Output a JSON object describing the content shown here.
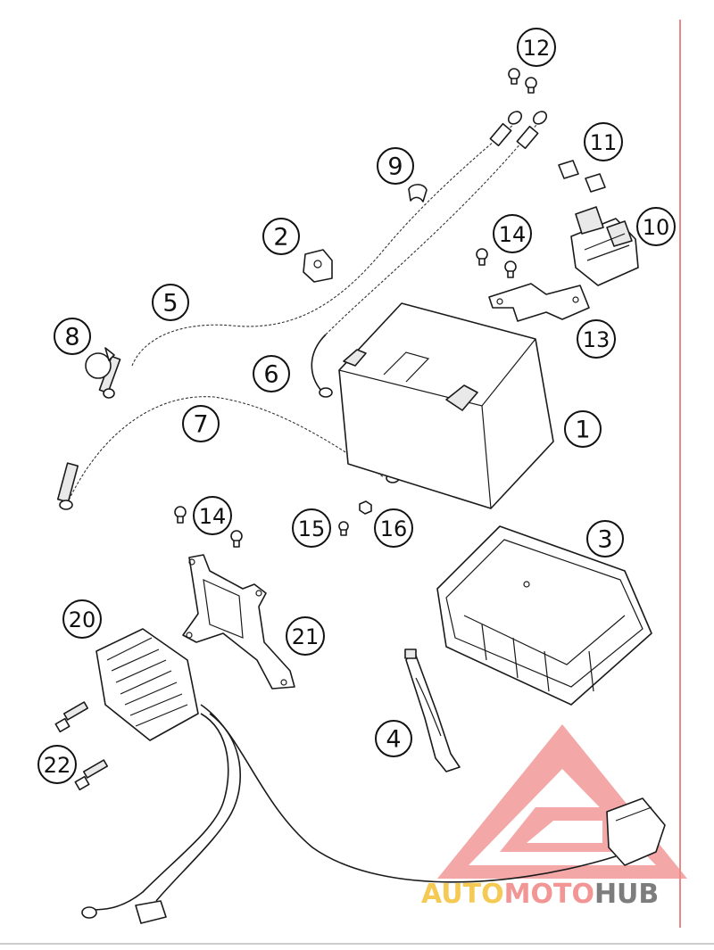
{
  "callouts": [
    {
      "label": "1"
    },
    {
      "label": "2"
    },
    {
      "label": "3"
    },
    {
      "label": "4"
    },
    {
      "label": "5"
    },
    {
      "label": "6"
    },
    {
      "label": "7"
    },
    {
      "label": "8"
    },
    {
      "label": "9"
    },
    {
      "label": "10"
    },
    {
      "label": "11"
    },
    {
      "label": "12"
    },
    {
      "label": "13"
    },
    {
      "label": "14"
    },
    {
      "label": "14"
    },
    {
      "label": "15"
    },
    {
      "label": "16"
    },
    {
      "label": "20"
    },
    {
      "label": "21"
    },
    {
      "label": "22"
    }
  ],
  "watermark": {
    "part1": "AUTO",
    "part2": "MOTO",
    "part3": "HUB",
    "color_auto": "#f5c542",
    "color_moto": "#f08a8a",
    "color_hub": "#6f6f6f"
  },
  "colors": {
    "margin_line": "#e06060",
    "line_art": "#1a1a1a"
  }
}
